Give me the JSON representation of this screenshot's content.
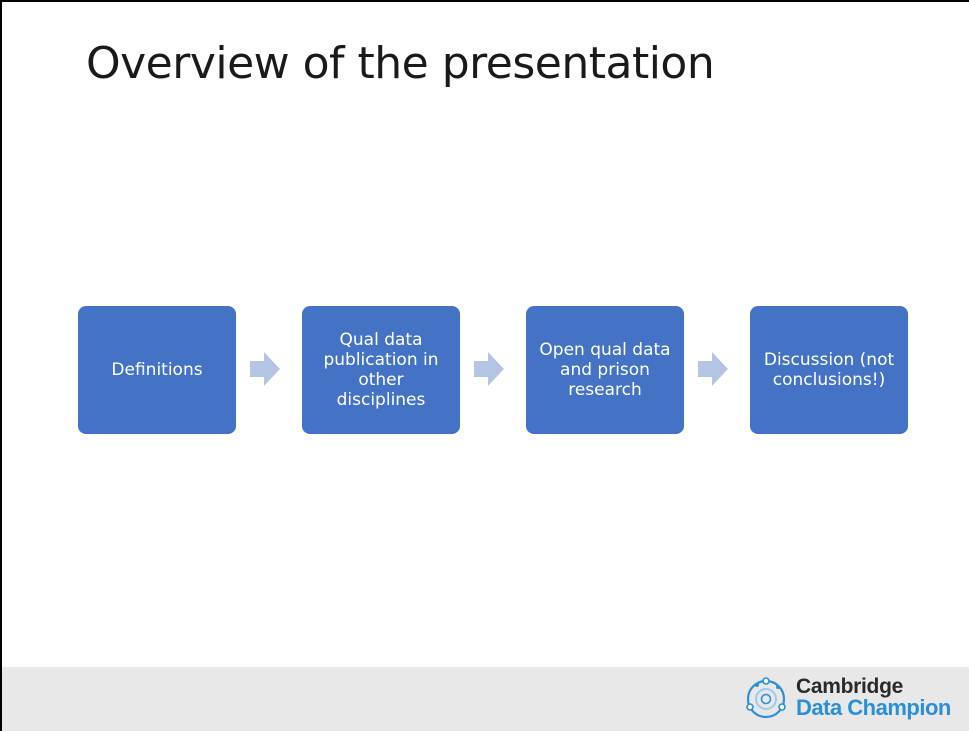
{
  "slide": {
    "title": "Overview of the presentation"
  },
  "process": {
    "steps": [
      {
        "label": "Definitions"
      },
      {
        "label": "Qual data publication in other disciplines"
      },
      {
        "label": "Open qual data and prison research"
      },
      {
        "label": "Discussion (not conclusions!)"
      }
    ],
    "arrow_icon": "right-arrow-icon",
    "step_color": "#4472c4",
    "arrow_color": "#b4c5e4"
  },
  "footer": {
    "logo": {
      "line1": "Cambridge",
      "line2": "Data Champion",
      "icon": "data-champion-logo-icon",
      "accent_color": "#2a8fd6"
    }
  }
}
